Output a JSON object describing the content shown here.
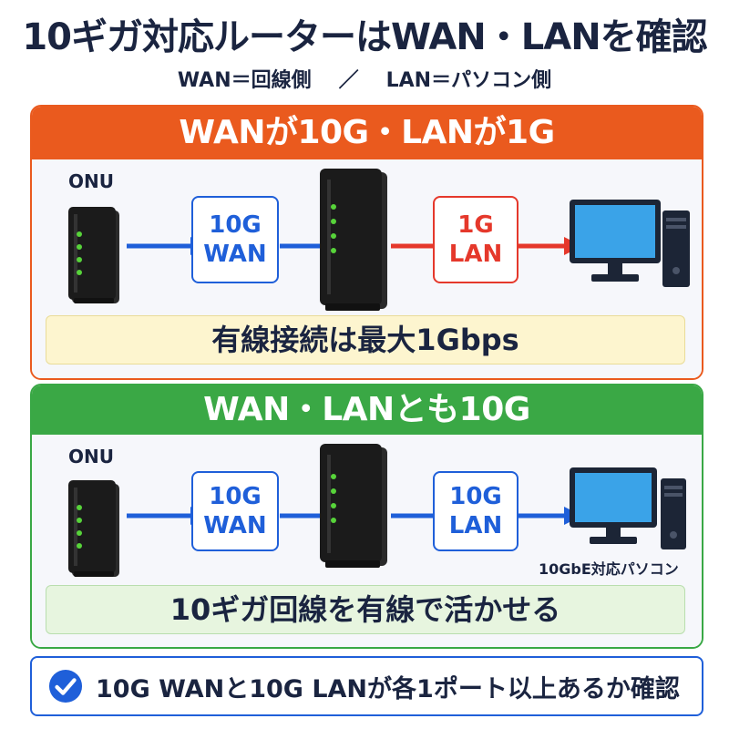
{
  "header": {
    "title": "10ギガ対応ルーターはWAN・LANを確認",
    "subtitle_wan": "WAN＝回線側",
    "subtitle_sep": "／",
    "subtitle_lan": "LAN＝パソコン側"
  },
  "panel_top": {
    "title": "WANが10G・LANが1G",
    "onu_label": "ONU",
    "wan_box": {
      "line1": "10G",
      "line2": "WAN"
    },
    "lan_box": {
      "line1": "1G",
      "line2": "LAN"
    },
    "result": "有線接続は最大1Gbps",
    "colors": {
      "header": "#ea5a1e",
      "wan": "#1f5fd9",
      "lan": "#e5382b"
    }
  },
  "panel_bottom": {
    "title": "WAN・LANとも10G",
    "onu_label": "ONU",
    "wan_box": {
      "line1": "10G",
      "line2": "WAN"
    },
    "lan_box": {
      "line1": "10G",
      "line2": "LAN"
    },
    "pc_caption": "10GbE対応パソコン",
    "result": "10ギガ回線を有線で活かせる",
    "colors": {
      "header": "#3aa845",
      "wan": "#1f5fd9",
      "lan": "#1f5fd9"
    }
  },
  "checklist": {
    "icon": "check-circle-icon",
    "text": "10G WANと10G LANが各1ポート以上あるか確認"
  }
}
